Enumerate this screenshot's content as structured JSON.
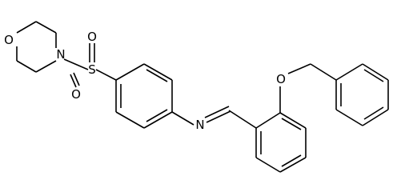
{
  "molecule": {
    "atoms": {
      "morpholine_oxygen": "O",
      "morpholine_nitrogen": "N",
      "sulfonyl_sulfur": "S",
      "sulfonyl_oxygen_top": "O",
      "sulfonyl_oxygen_bottom": "O",
      "imine_nitrogen": "N",
      "ether_oxygen": "O"
    }
  }
}
